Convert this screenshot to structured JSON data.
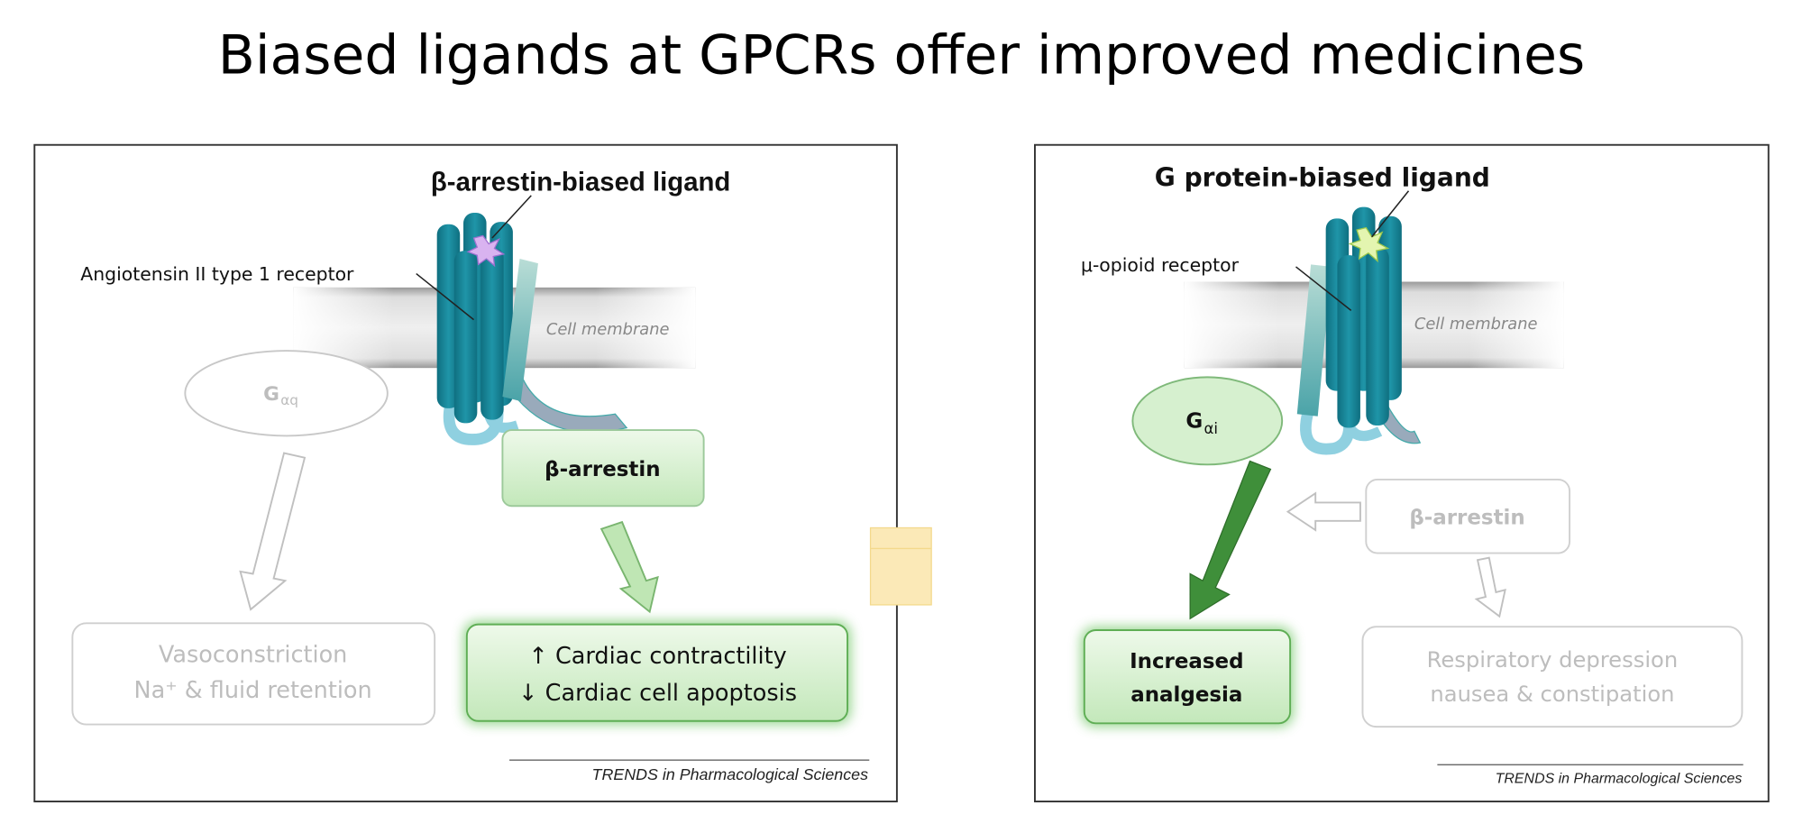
{
  "title": "Biased ligands at GPCRs offer improved medicines",
  "left_panel": {
    "ligand_label": "β-arrestin-biased ligand",
    "receptor_label": "Angiotensin II type 1 receptor",
    "membrane_label": "Cell membrane",
    "g_protein": {
      "main": "G",
      "sub": "αq"
    },
    "arrestin_label": "β-arrestin",
    "inactive_outcome": [
      "Vasoconstriction",
      "Na⁺ & fluid retention"
    ],
    "active_outcome": [
      "↑ Cardiac contractility",
      "↓ Cardiac cell apoptosis"
    ],
    "source": "TRENDS in Pharmacological Sciences"
  },
  "right_panel": {
    "ligand_label": "G protein-biased ligand",
    "receptor_label": "μ-opioid receptor",
    "membrane_label": "Cell membrane",
    "g_protein": {
      "main": "G",
      "sub": "αi"
    },
    "arrestin_label": "β-arrestin",
    "active_outcome": [
      "Increased",
      "analgesia"
    ],
    "inactive_outcome": [
      "Respiratory depression",
      "nausea & constipation"
    ],
    "source": "TRENDS in Pharmacological Sciences"
  },
  "colors": {
    "teal": "#1a8a9c",
    "green_fill": "#d6f0cf",
    "green_dark": "#3f8f3a",
    "inactive": "#c8c8c8"
  }
}
